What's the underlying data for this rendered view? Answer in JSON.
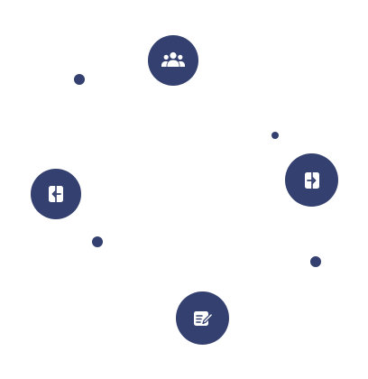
{
  "colors": {
    "accent": "#34406f",
    "icon_fill": "#ffffff",
    "background": "#ffffff"
  },
  "nodes": [
    {
      "id": "team",
      "icon": "users-icon"
    },
    {
      "id": "import",
      "icon": "sign-in-icon"
    },
    {
      "id": "export",
      "icon": "sign-out-icon"
    },
    {
      "id": "edit",
      "icon": "edit-note-icon"
    }
  ],
  "decorations": {
    "dot_count": 4
  }
}
